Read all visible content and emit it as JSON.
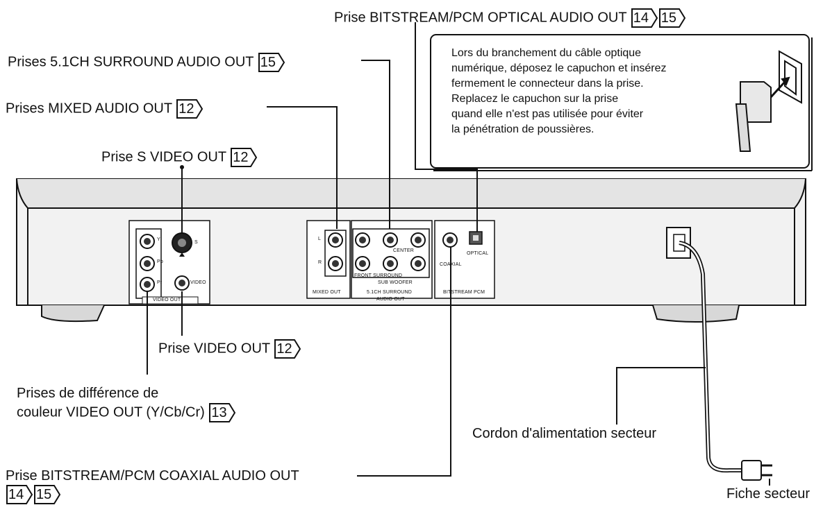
{
  "callouts": {
    "optical": {
      "label": "Prise BITSTREAM/PCM OPTICAL AUDIO OUT",
      "refs": [
        "14",
        "15"
      ]
    },
    "surround": {
      "label": "Prises 5.1CH SURROUND AUDIO OUT",
      "refs": [
        "15"
      ]
    },
    "mixed": {
      "label": "Prises MIXED AUDIO OUT",
      "refs": [
        "12"
      ]
    },
    "svideo": {
      "label": "Prise S VIDEO OUT",
      "refs": [
        "12"
      ]
    },
    "video": {
      "label": "Prise VIDEO OUT",
      "refs": [
        "12"
      ]
    },
    "component": {
      "line1": "Prises de différence de",
      "line2": "couleur VIDEO OUT (Y/Cb/Cr)",
      "refs": [
        "13"
      ]
    },
    "coaxial": {
      "label": "Prise BITSTREAM/PCM COAXIAL AUDIO OUT",
      "refs": [
        "14",
        "15"
      ]
    },
    "power_cord": {
      "label": "Cordon d'alimentation secteur"
    },
    "plug": {
      "label": "Fiche secteur"
    }
  },
  "optical_note": [
    "Lors du branchement du câble optique",
    "numérique, déposez le capuchon et insérez",
    "fermement le connecteur dans la prise.",
    "Replacez le capuchon sur la prise",
    "quand elle n'est pas utilisée pour éviter",
    "la pénétration de poussières."
  ],
  "panel_labels": {
    "y": "Y",
    "pb": "Pb",
    "pr": "Pr",
    "s": "S",
    "video": "VIDEO",
    "video_out": "VIDEO OUT",
    "l": "L",
    "r": "R",
    "mixed_out": "MIXED OUT",
    "center": "CENTER",
    "front_surround": "FRONT SURROUND",
    "sub_woofer": "SUB WOOFER",
    "surround_51": "5.1CH SURROUND",
    "audio_out": "AUDIO OUT",
    "coaxial": "COAXIAL",
    "optical": "OPTICAL",
    "bitstream_pcm": "BITSTREAM PCM"
  }
}
